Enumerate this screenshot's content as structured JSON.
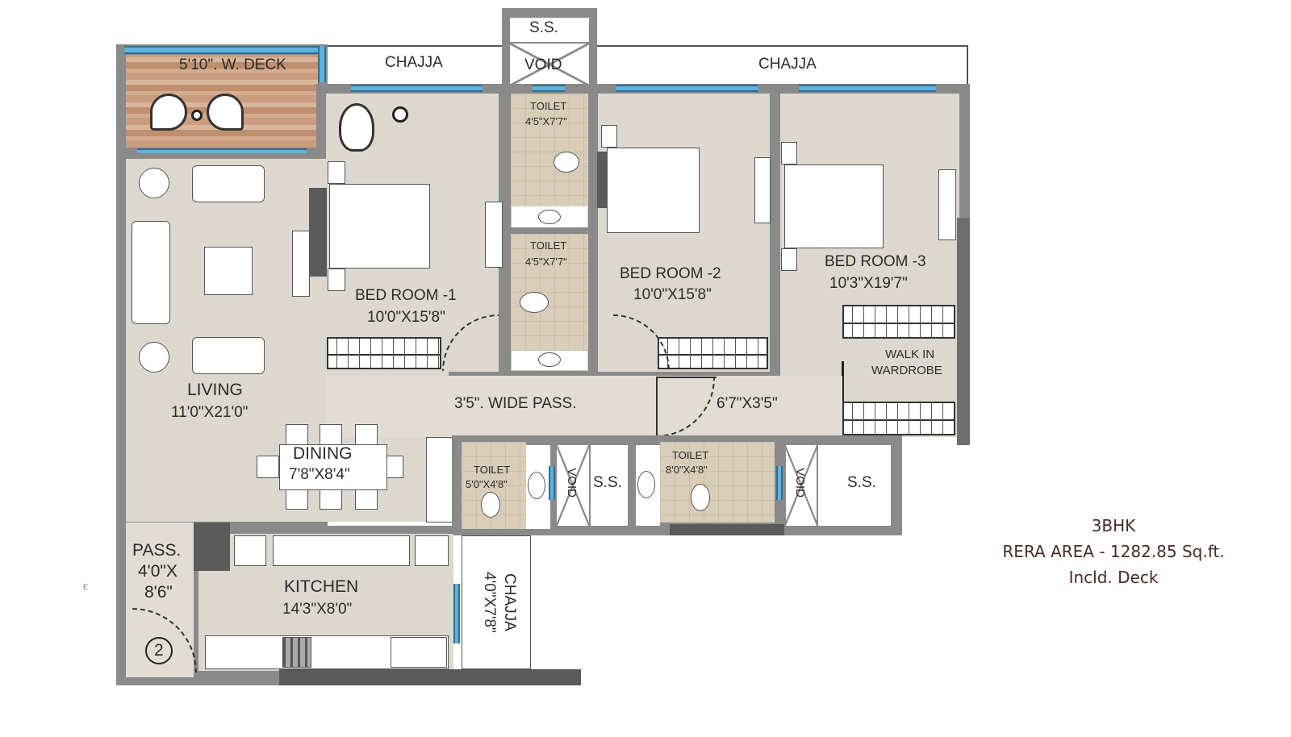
{
  "plan": {
    "type": "3BHK floor plan",
    "rooms": {
      "deck": {
        "name": "5'10\". W. DECK"
      },
      "chajja_top_left": {
        "name": "CHAJJA"
      },
      "chajja_top_right": {
        "name": "CHAJJA"
      },
      "ss_top": {
        "name": "S.S."
      },
      "void_top": {
        "name": "VOID"
      },
      "toilet_1": {
        "name": "TOILET",
        "size": "4'5\"X7'7\""
      },
      "toilet_2": {
        "name": "TOILET",
        "size": "4'5\"X7'7\""
      },
      "bedroom_1": {
        "name": "BED ROOM -1",
        "size": "10'0\"X15'8\""
      },
      "bedroom_2": {
        "name": "BED ROOM -2",
        "size": "10'0\"X15'8\""
      },
      "bedroom_3": {
        "name": "BED ROOM -3",
        "size": "10'3\"X19'7\""
      },
      "walk_in_wardrobe": {
        "line1": "WALK IN",
        "line2": "WARDROBE"
      },
      "living": {
        "name": "LIVING",
        "size": "11'0\"X21'0\""
      },
      "dining": {
        "name": "DINING",
        "size": "7'8\"X8'4\""
      },
      "passage_wide": {
        "name": "3'5\". WIDE PASS."
      },
      "passage_bed3": {
        "size": "6'7\"X3'5\""
      },
      "toilet_3": {
        "name": "TOILET",
        "size": "5'0\"X4'8\""
      },
      "toilet_4": {
        "name": "TOILET",
        "size": "8'0\"X4'8\""
      },
      "void_mid": {
        "name": "VOID"
      },
      "ss_mid": {
        "name": "S.S."
      },
      "void_right": {
        "name": "VOID"
      },
      "ss_right": {
        "name": "S.S."
      },
      "passage_entry": {
        "line1": "PASS.",
        "line2": "4'0\"X",
        "line3": "8'6\""
      },
      "kitchen": {
        "name": "KITCHEN",
        "size": "14'3\"X8'0\""
      },
      "chajja_kitchen": {
        "name": "CHAJJA",
        "size": "4'0\"X7'8\""
      },
      "entry_marker": {
        "text": "2"
      }
    },
    "stray_mark": "E"
  },
  "info": {
    "unit_type": "3BHK",
    "rera_area": "RERA AREA - 1282.85 Sq.ft.",
    "note": "Incld. Deck"
  },
  "colors": {
    "wall": "#8a8a8a",
    "floor": "#ddd8cf",
    "tile": "#d8cdb8",
    "deck": "#c99c7e",
    "glass": "#5fb2dc",
    "info_text": "#4a2a2a"
  }
}
